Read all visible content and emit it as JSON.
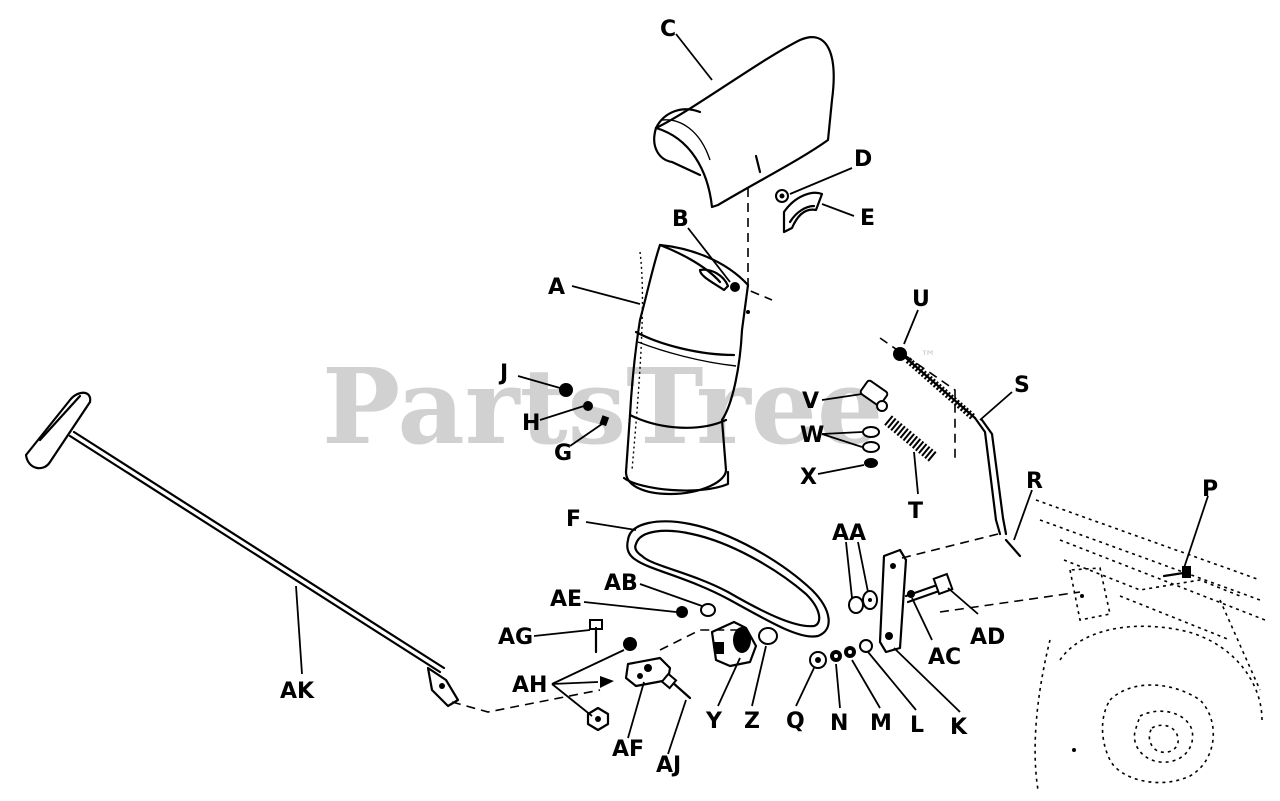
{
  "watermark": {
    "text": "PartsTree",
    "trademark": "™"
  },
  "labels": {
    "A": "A",
    "B": "B",
    "C": "C",
    "D": "D",
    "E": "E",
    "F": "F",
    "G": "G",
    "H": "H",
    "J": "J",
    "K": "K",
    "L": "L",
    "M": "M",
    "N": "N",
    "P": "P",
    "Q": "Q",
    "R": "R",
    "S": "S",
    "T": "T",
    "U": "U",
    "V": "V",
    "W": "W",
    "X": "X",
    "Y": "Y",
    "Z": "Z",
    "AA": "AA",
    "AB": "AB",
    "AC": "AC",
    "AD": "AD",
    "AE": "AE",
    "AF": "AF",
    "AG": "AG",
    "AH": "AH",
    "AJ": "AJ",
    "AK": "AK"
  },
  "colors": {
    "ink": "#000000",
    "watermark": "#c9c9c9",
    "background": "#ffffff"
  }
}
